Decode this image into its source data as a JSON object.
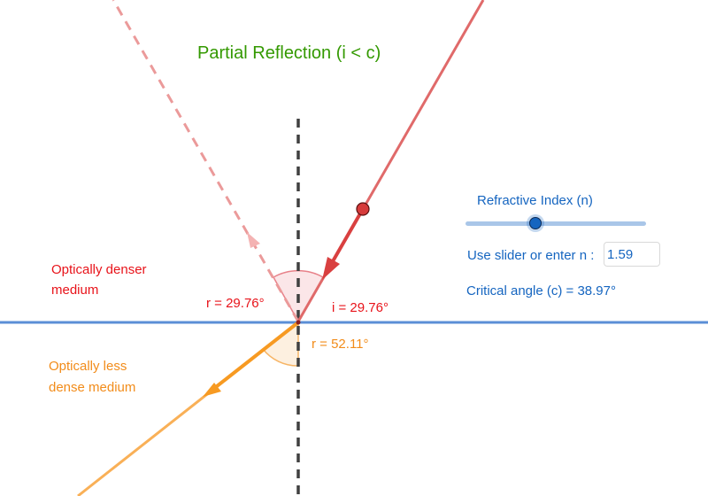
{
  "title": "Partial Reflection (i < c)",
  "slider": {
    "label": "Refractive Index (n)",
    "value": 1.59
  },
  "input": {
    "label": "Use slider or enter n :",
    "value": "1.59"
  },
  "critical_angle": {
    "text": "Critical angle (c) = 38.97°"
  },
  "angles": {
    "reflection_label": "r = 29.76°",
    "incidence_label": "i = 29.76°",
    "refraction_label": "r = 52.11°"
  },
  "media": {
    "denser_line1": "Optically denser",
    "denser_line2": "medium",
    "less_dense_line1": "Optically less",
    "less_dense_line2": "dense medium"
  },
  "colors": {
    "title": "#339900",
    "interface": "#5b8fd6",
    "normal": "#333333",
    "incident_ray": "#e06666",
    "reflected_ray": "#f0a0a0",
    "refracted_ray": "#f7a43c",
    "denser_text": "#e8131a",
    "less_dense_text": "#f28c1a",
    "controls_text": "#1565c0"
  }
}
